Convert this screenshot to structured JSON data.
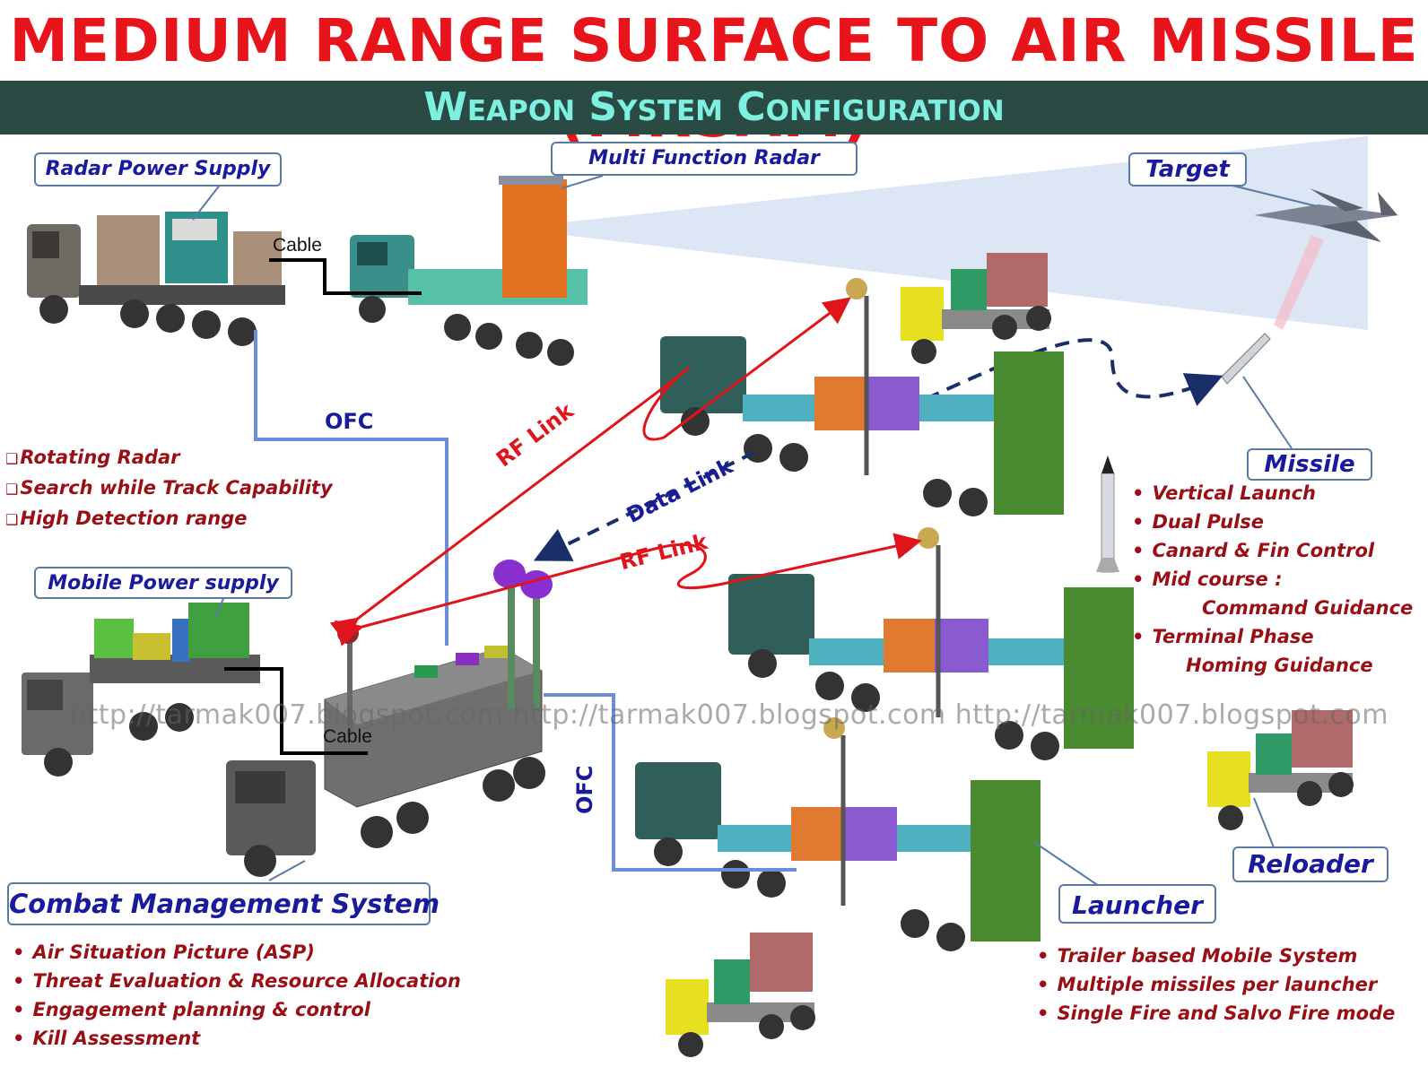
{
  "title": "MEDIUM RANGE SURFACE TO AIR MISSILE (MRSAM)",
  "subtitle": "Weapon System Configuration",
  "labels": {
    "radar_power_supply": "Radar Power Supply",
    "multi_function_radar": "Multi Function Radar",
    "target": "Target",
    "missile": "Missile",
    "mobile_power_supply": "Mobile Power supply",
    "combat_management_system": "Combat Management System",
    "launcher": "Launcher",
    "reloader": "Reloader"
  },
  "links": {
    "cable_top": "Cable",
    "cable_bottom": "Cable",
    "ofc_top": "OFC",
    "ofc_bottom": "OFC",
    "rf_link_1": "RF Link",
    "rf_link_2": "RF Link",
    "data_link": "Data Link"
  },
  "radar_features": [
    "Rotating Radar",
    "Search while Track Capability",
    "High Detection range"
  ],
  "missile_features": [
    "Vertical Launch",
    "Dual Pulse",
    "Canard & Fin Control",
    "Mid course :",
    "Command Guidance",
    "Terminal Phase",
    "Homing Guidance"
  ],
  "cms_features": [
    "Air Situation Picture (ASP)",
    "Threat Evaluation & Resource Allocation",
    "Engagement planning & control",
    "Kill Assessment"
  ],
  "launcher_features": [
    "Trailer based Mobile System",
    "Multiple missiles per launcher",
    "Single Fire and Salvo Fire mode"
  ],
  "watermark": "http://tarmak007.blogspot.com http://tarmak007.blogspot.com http://tarmak007.blogspot.com",
  "colors": {
    "title_red": "#e8141b",
    "band": "#2a4b44",
    "subtitle_cyan": "#7ef0e0",
    "label_blue": "#1a1a9c",
    "feature_red": "#9a0f16",
    "rf_red": "#e0141b",
    "ofc_blue": "#6b8fd6"
  }
}
